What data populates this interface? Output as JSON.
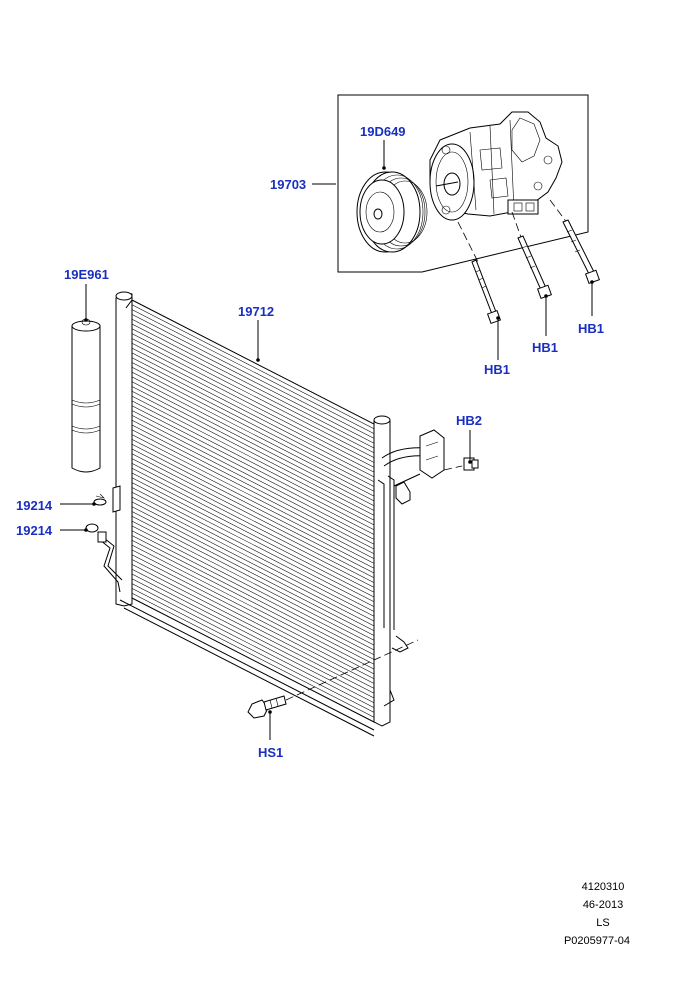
{
  "callouts": {
    "c19d649": "19D649",
    "c19703": "19703",
    "c19e961": "19E961",
    "c19712": "19712",
    "hb2": "HB2",
    "hb1_a": "HB1",
    "hb1_b": "HB1",
    "hb1_c": "HB1",
    "c19214_a": "19214",
    "c19214_b": "19214",
    "hs1": "HS1"
  },
  "footer": {
    "line1": "4120310",
    "line2": "46-2013",
    "line3": "LS",
    "line4": "P0205977-04"
  },
  "colors": {
    "callout": "#1a2fbf",
    "linework": "#000000"
  }
}
